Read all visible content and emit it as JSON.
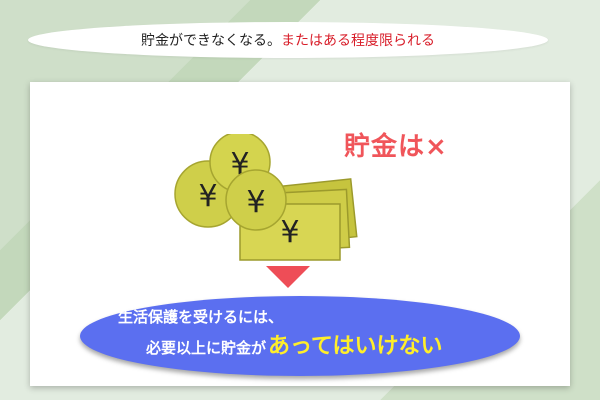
{
  "top_banner": {
    "part1": "貯金ができなくなる。",
    "part2": "またはある程度限られる"
  },
  "headline": "貯金は×",
  "currency_symbol": "¥",
  "message": {
    "line1": "生活保護を受けるには、",
    "line2_prefix": "必要以上に貯金が",
    "line2_emphasis": "あってはいけない"
  },
  "colors": {
    "accent_red": "#d81e2a",
    "headline_red": "#f0555a",
    "arrow_red": "#ee4d57",
    "ellipse_blue": "#5b6ff0",
    "emphasis_yellow": "#ffee2a",
    "coin_yellow": "#cfcf4a"
  },
  "icons": {
    "coins": "yen-coin-icon",
    "bills": "banknote-icon",
    "arrow": "down-arrow-icon"
  }
}
